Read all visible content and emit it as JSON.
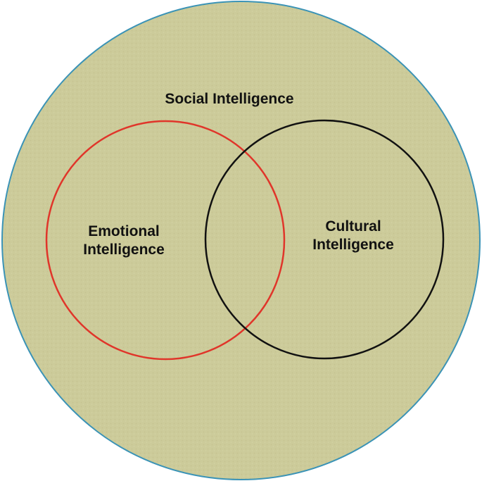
{
  "diagram": {
    "outer_label": "Social Intelligence",
    "left_label": [
      "Emotional",
      "Intelligence"
    ],
    "right_label": [
      "Cultural",
      "Intelligence"
    ]
  },
  "colors": {
    "outer_fill": "#cccb9a",
    "outer_stroke": "#3b93b6",
    "left_circle_stroke": "#e0352a",
    "right_circle_stroke": "#111111"
  }
}
